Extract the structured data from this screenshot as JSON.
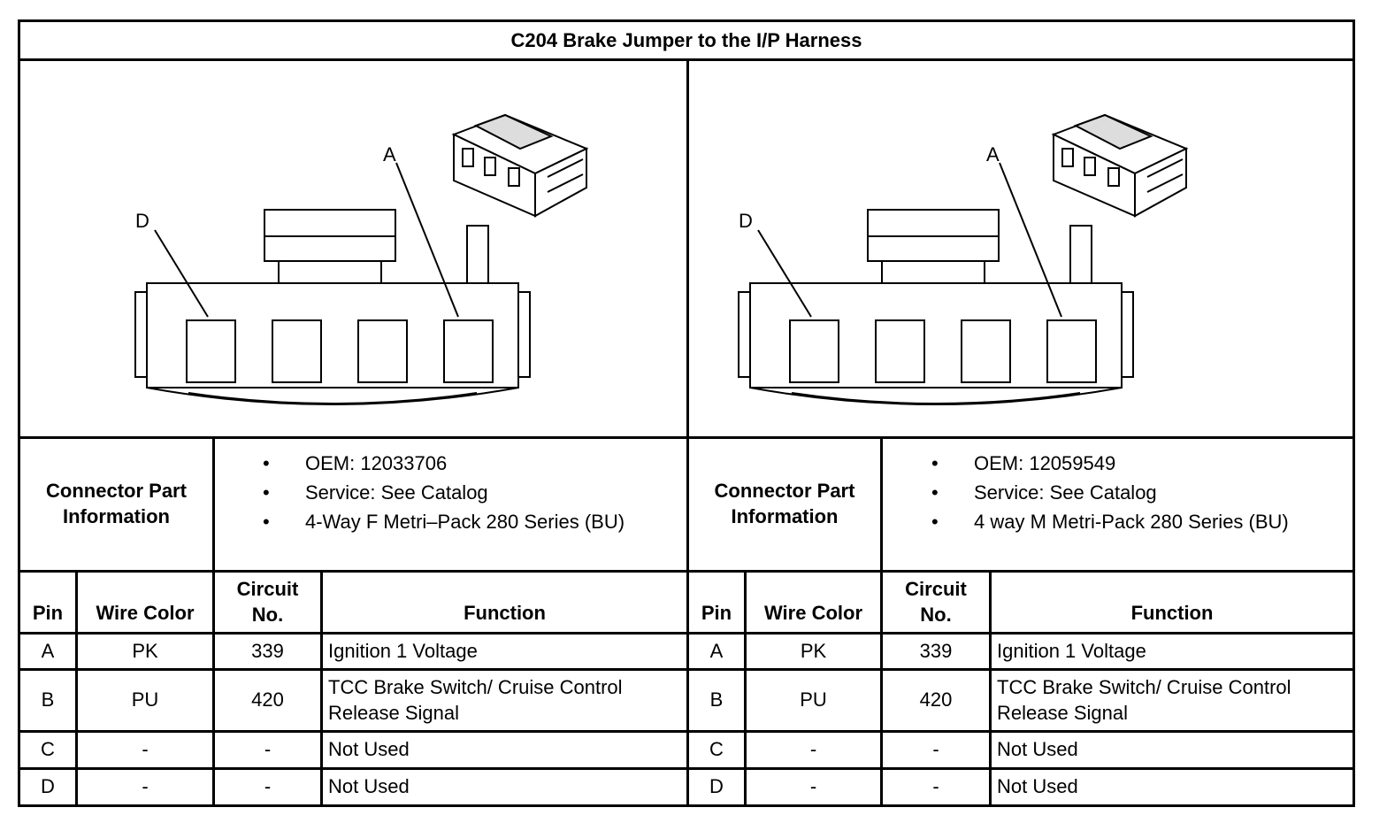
{
  "title": "C204 Brake Jumper to the I/P Harness",
  "connectors": [
    {
      "pin_callouts": [
        "A",
        "D"
      ],
      "part_info_label": "Connector Part Information",
      "part_info": [
        "OEM: 12033706",
        "Service: See Catalog",
        "4-Way F Metri–Pack 280 Series (BU)"
      ],
      "headers": {
        "pin": "Pin",
        "wire_color": "Wire Color",
        "circuit": "Circuit No.",
        "function": "Function"
      },
      "rows": [
        {
          "pin": "A",
          "wire_color": "PK",
          "circuit": "339",
          "function": "Ignition 1 Voltage"
        },
        {
          "pin": "B",
          "wire_color": "PU",
          "circuit": "420",
          "function": "TCC Brake Switch/ Cruise Control Release Signal"
        },
        {
          "pin": "C",
          "wire_color": "-",
          "circuit": "-",
          "function": "Not Used"
        },
        {
          "pin": "D",
          "wire_color": "-",
          "circuit": "-",
          "function": "Not Used"
        }
      ]
    },
    {
      "pin_callouts": [
        "A",
        "D"
      ],
      "part_info_label": "Connector Part Information",
      "part_info": [
        "OEM: 12059549",
        "Service: See Catalog",
        "4 way M Metri-Pack 280 Series (BU)"
      ],
      "headers": {
        "pin": "Pin",
        "wire_color": "Wire Color",
        "circuit": "Circuit No.",
        "function": "Function"
      },
      "rows": [
        {
          "pin": "A",
          "wire_color": "PK",
          "circuit": "339",
          "function": "Ignition 1 Voltage"
        },
        {
          "pin": "B",
          "wire_color": "PU",
          "circuit": "420",
          "function": "TCC Brake Switch/ Cruise Control Release Signal"
        },
        {
          "pin": "C",
          "wire_color": "-",
          "circuit": "-",
          "function": "Not Used"
        },
        {
          "pin": "D",
          "wire_color": "-",
          "circuit": "-",
          "function": "Not Used"
        }
      ]
    }
  ]
}
